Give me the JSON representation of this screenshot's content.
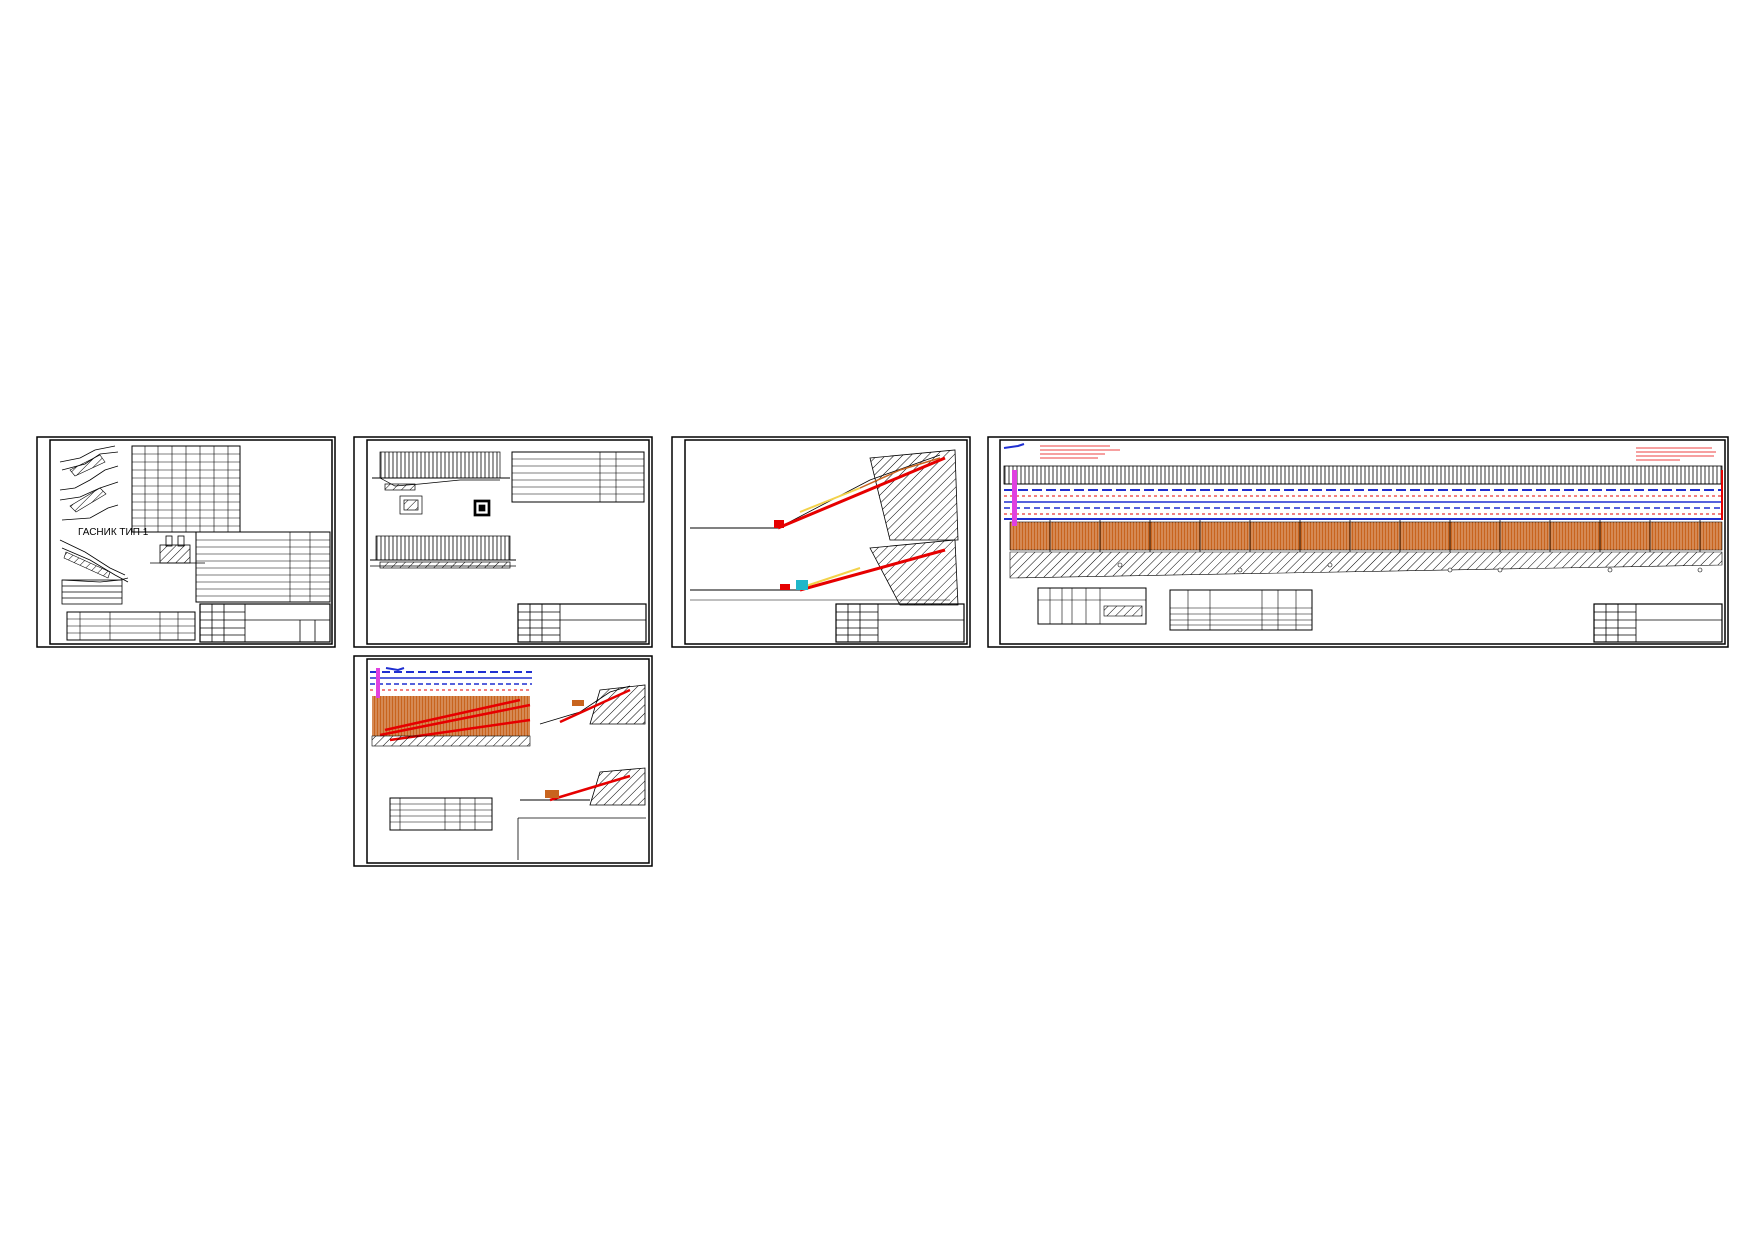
{
  "document": {
    "sheets": [
      {
        "id": "sheet-1",
        "label": "ГАСНИК ТИП 1"
      },
      {
        "id": "sheet-2",
        "label": ""
      },
      {
        "id": "sheet-3",
        "label": ""
      },
      {
        "id": "sheet-4",
        "label": ""
      },
      {
        "id": "sheet-5",
        "label": ""
      }
    ]
  },
  "colors": {
    "line": "#000000",
    "red": "#e60000",
    "blue": "#1f2fd1",
    "magenta": "#e040e0",
    "orange": "#c8641e",
    "yellow": "#f3d24a"
  }
}
